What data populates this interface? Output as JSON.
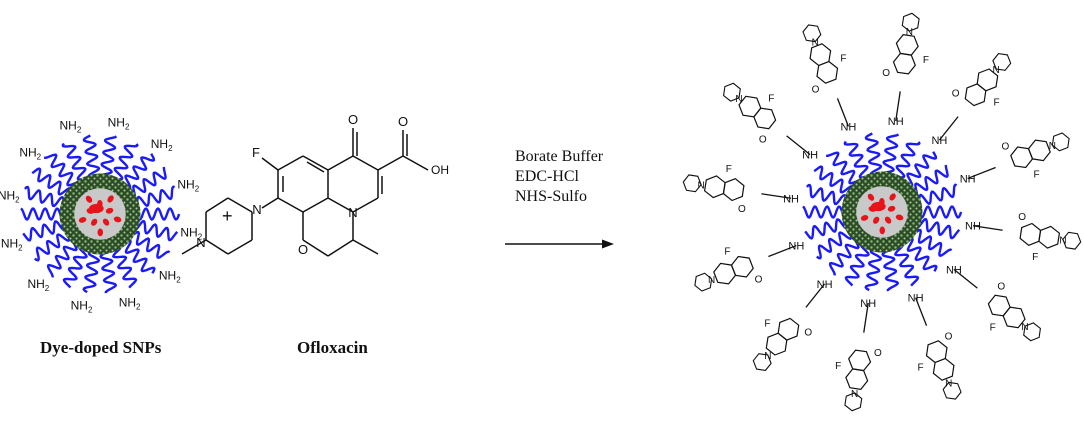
{
  "reactant1": {
    "label": "Dye-doped SNPs",
    "surface_group": "NH2",
    "surface_group_count": 12
  },
  "plus_sign": "+",
  "reactant2": {
    "label": "Ofloxacin",
    "atoms": {
      "F": "F",
      "O_keto": "O",
      "OH": "OH",
      "N": "N",
      "O_ring": "O"
    }
  },
  "reaction": {
    "conditions": [
      "Borate Buffer",
      "EDC-HCl",
      "NHS-Sulfo"
    ]
  },
  "product": {
    "linker_label": "NH",
    "atoms": {
      "F": "F",
      "N": "N",
      "O": "O"
    },
    "attached_drug_count": 12
  },
  "colors": {
    "chains": "#1a1aff",
    "shell": "#2f4a2a",
    "core": "#c9c9c9",
    "dye": "#e8141a",
    "bond": "#111111"
  }
}
